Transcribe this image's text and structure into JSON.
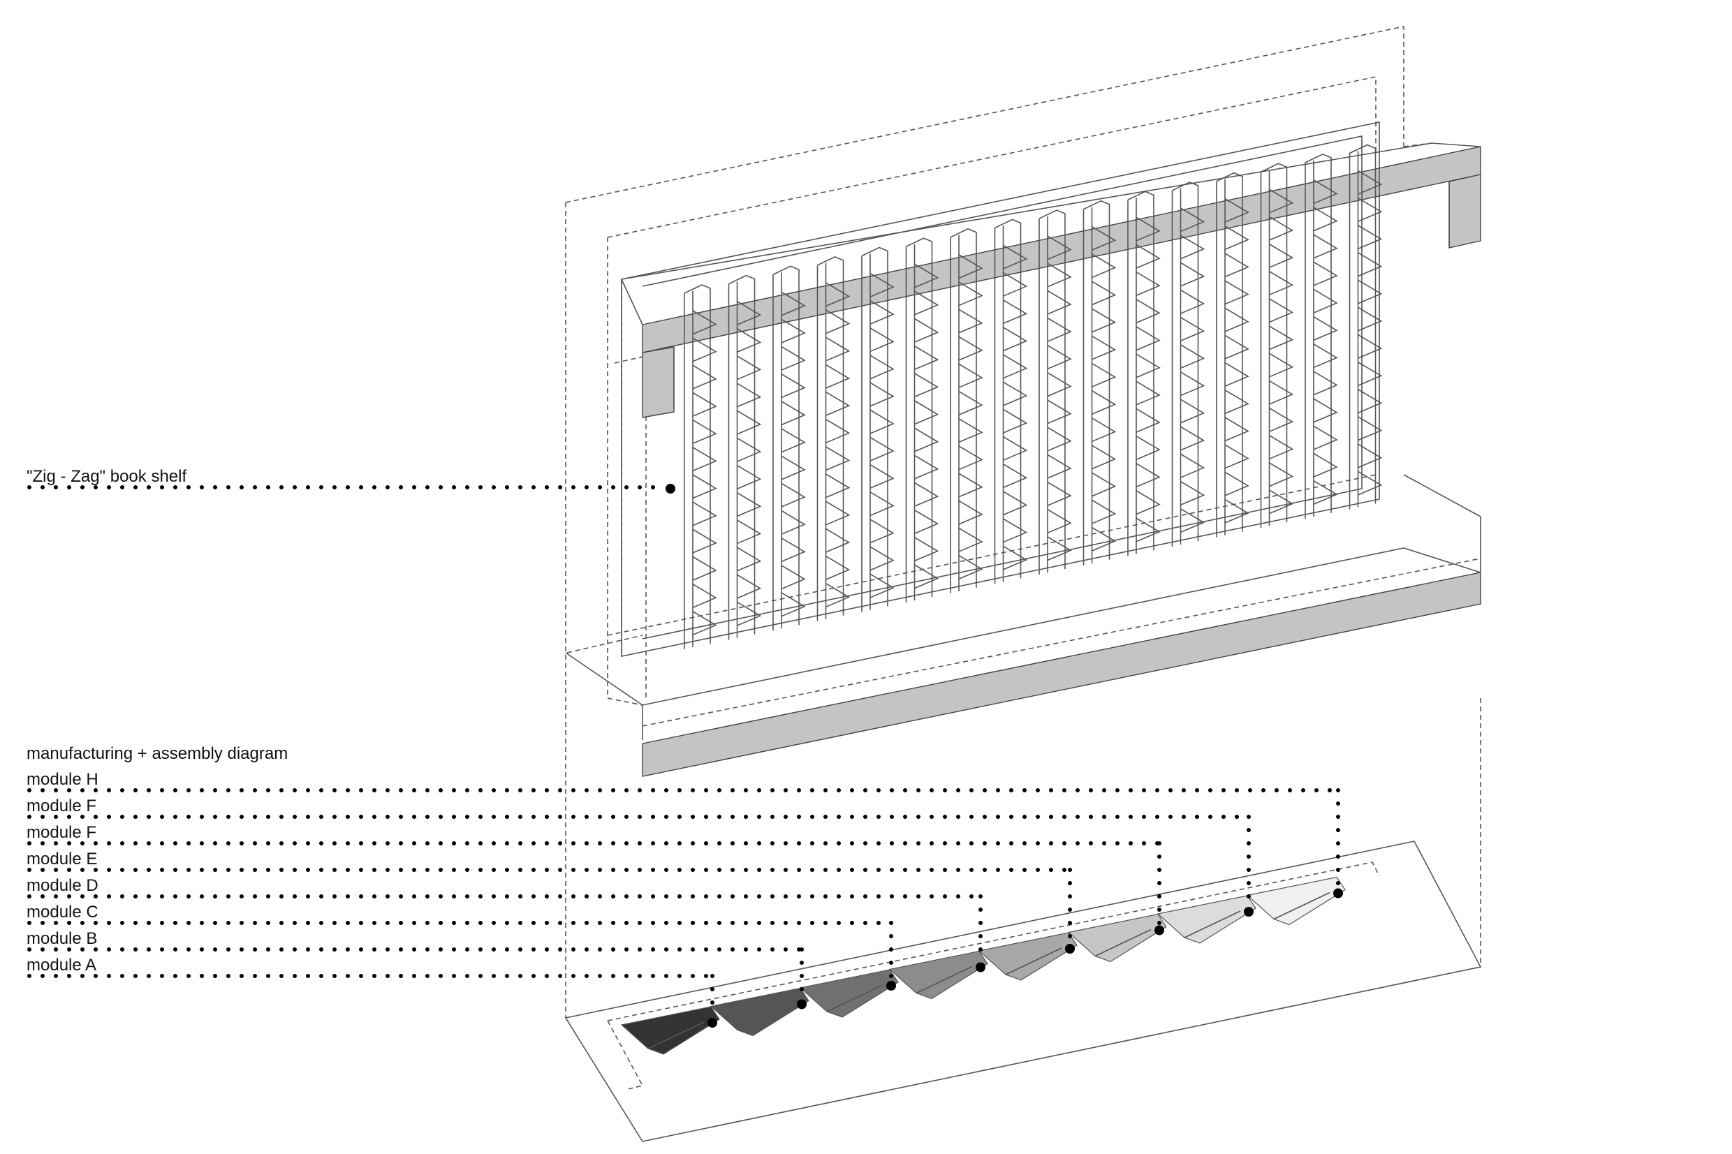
{
  "title": "\"Zig - Zag\" book shelf",
  "subtitle": "manufacturing + assembly diagram",
  "modules": [
    {
      "label": "module H",
      "shade": "#f0f0f0"
    },
    {
      "label": "module F",
      "shade": "#dcdcdc"
    },
    {
      "label": "module F",
      "shade": "#c6c6c6"
    },
    {
      "label": "module E",
      "shade": "#a8a8a8"
    },
    {
      "label": "module D",
      "shade": "#8c8c8c"
    },
    {
      "label": "module C",
      "shade": "#707070"
    },
    {
      "label": "module B",
      "shade": "#555555"
    },
    {
      "label": "module A",
      "shade": "#333333"
    }
  ],
  "colors": {
    "band_fill": "#c4c4c4",
    "outline": "#555555",
    "leader": "#000000"
  }
}
